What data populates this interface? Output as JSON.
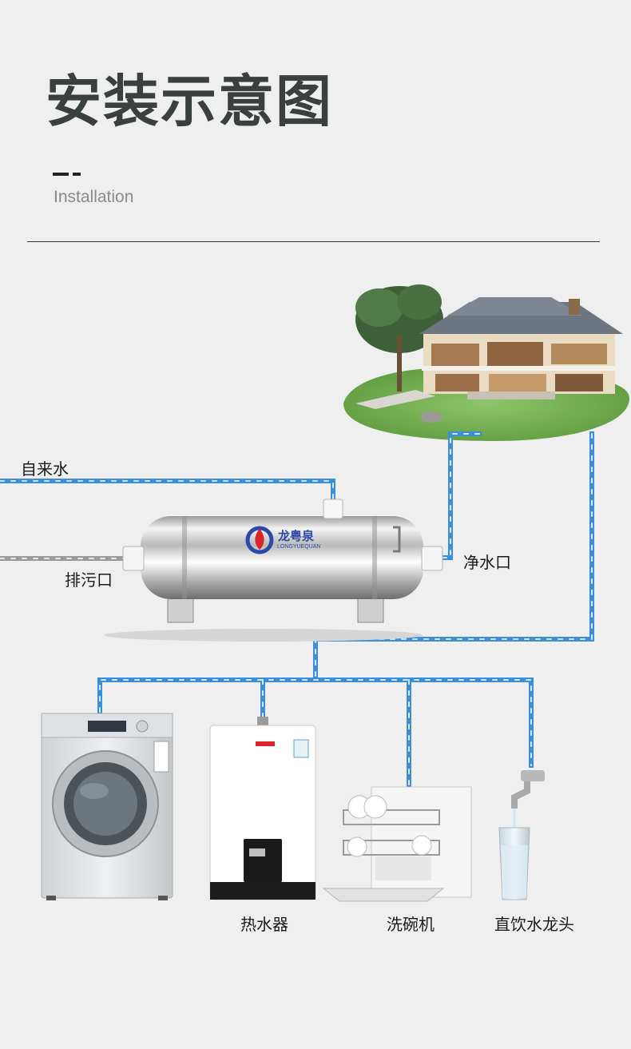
{
  "header": {
    "title": "安装示意图",
    "subtitle": "Installation"
  },
  "labels": {
    "tap_water": "自来水",
    "drain": "排污口",
    "clean_outlet": "净水口",
    "water_heater": "热水器",
    "dishwasher": "洗碗机",
    "drinking_faucet": "直饮水龙头"
  },
  "brand": {
    "name": "龙粤泉",
    "pinyin": "LONGYUEQUAN"
  },
  "colors": {
    "pipe_blue": "#3a8fd6",
    "pipe_gray": "#9a9a9a",
    "brand_red": "#d9262c",
    "brand_blue": "#2b4aa8"
  }
}
